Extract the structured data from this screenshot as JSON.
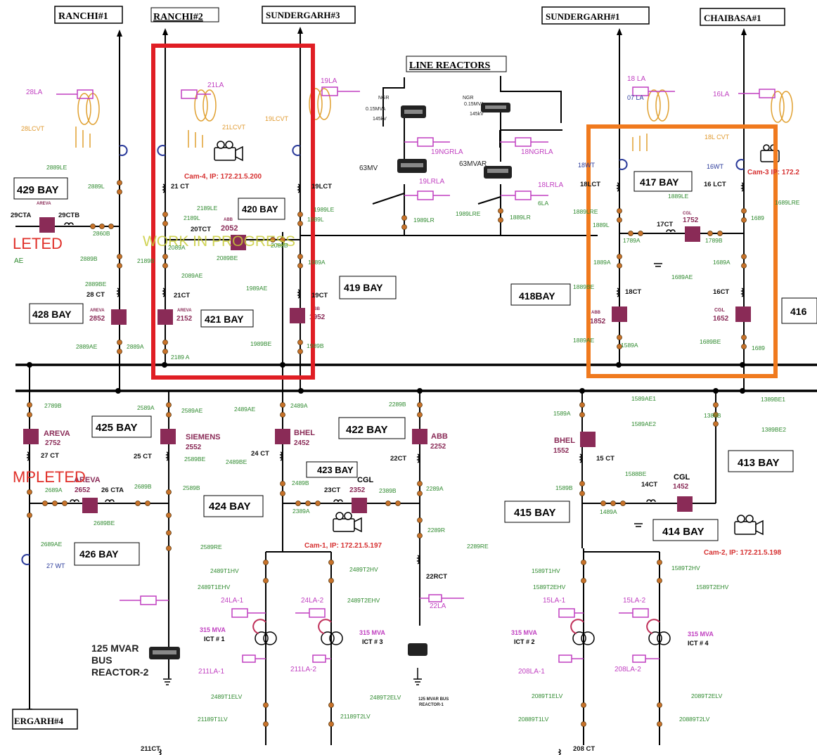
{
  "feeders": [
    {
      "id": "ranchi1",
      "label": "RANCHI#1"
    },
    {
      "id": "ranchi2",
      "label": "RANCHI#2"
    },
    {
      "id": "sundergarh3",
      "label": "SUNDERGARH#3"
    },
    {
      "id": "sundergarh1",
      "label": "SUNDERGARH#1"
    },
    {
      "id": "chaibasa1",
      "label": "CHAIBASA#1"
    },
    {
      "id": "sundergarh4",
      "label": "ERGARH#4"
    }
  ],
  "line_reactors_title": "LINE REACTORS",
  "bays": {
    "b429": "429 BAY",
    "b428": "428 BAY",
    "b420": "420 BAY",
    "b421": "421 BAY",
    "b419": "419 BAY",
    "b418": "418BAY",
    "b417": "417 BAY",
    "b416": "416",
    "b425": "425  BAY",
    "b424": "424  BAY",
    "b423": "423 BAY",
    "b422": "422 BAY",
    "b426": "426  BAY",
    "b415": "415 BAY",
    "b414": "414 BAY",
    "b413": "413 BAY"
  },
  "status": {
    "work_in_progress": "WORK IN PROGRESS",
    "completed_left_top": "LETED",
    "completed_left_bottom": "MPLETED",
    "ae_stub": "AE"
  },
  "cameras": {
    "cam4": "Cam-4, IP: 172.21.5.200",
    "cam1": "Cam-1, IP: 172.21.5.197",
    "cam2": "Cam-2, IP: 172.21.5.198",
    "cam3": "Cam-3 IP: 172.2"
  },
  "breakers": {
    "cb2852": {
      "make": "AREVA",
      "num": "2852"
    },
    "cb2152": {
      "make": "AREVA",
      "num": "2152"
    },
    "cb2052": {
      "make": "ABB",
      "num": "2052"
    },
    "cb1952": {
      "make": "ABB",
      "num": "1952"
    },
    "cb1752": {
      "make": "CGL",
      "num": "1752"
    },
    "cb1852": {
      "make": "ABB",
      "num": "1852"
    },
    "cb1652": {
      "make": "CGL",
      "num": "1652"
    },
    "cb2952": {
      "make": "AREVA",
      "num": ""
    },
    "cb2752": {
      "make": "AREVA",
      "num": "2752"
    },
    "cb2552": {
      "make": "SIEMENS",
      "num": "2552"
    },
    "cb2452": {
      "make": "BHEL",
      "num": "2452"
    },
    "cb2252": {
      "make": "ABB",
      "num": "2252"
    },
    "cb2652": {
      "make": "AREVA",
      "num": "2652"
    },
    "cb2352": {
      "make": "CGL",
      "num": "2352"
    },
    "cb1552": {
      "make": "BHEL",
      "num": "1552"
    },
    "cb1452": {
      "make": "CGL",
      "num": "1452"
    }
  },
  "transformers": {
    "ict1": {
      "rating": "315 MVA",
      "name": "ICT # 1"
    },
    "ict3": {
      "rating": "315 MVA",
      "name": "ICT # 3"
    },
    "ict2": {
      "rating": "315 MVA",
      "name": "ICT # 2"
    },
    "ict4": {
      "rating": "315 MVA",
      "name": "ICT # 4"
    }
  },
  "bus_reactor_2": [
    "125 MVAR",
    "BUS",
    "REACTOR-2"
  ],
  "bus_reactor_1": [
    "125 MVAR BUS",
    "REACTOR-1"
  ],
  "reactor_labels": {
    "ngr1": [
      "NGR",
      "0.15MVA",
      "145kV"
    ],
    "ngr2": [
      "NGR",
      "0.15MVA",
      "145kV"
    ],
    "mv63": "63MV",
    "mvar63": "63MVAR"
  },
  "labels": {
    "magenta": [
      [
        "28LA",
        37,
        134
      ],
      [
        "21LA",
        295,
        124
      ],
      [
        "19LA",
        456,
        118
      ],
      [
        "18 LA",
        892,
        115
      ],
      [
        "16LA",
        1014,
        137
      ],
      [
        "19NGRLA",
        613,
        219
      ],
      [
        "18NGRLA",
        741,
        219
      ],
      [
        "19LRLA",
        596,
        261
      ],
      [
        "18LRLA",
        765,
        266
      ],
      [
        "24LA-1",
        314,
        857
      ],
      [
        "24LA-2",
        428,
        857
      ],
      [
        "211LA-1",
        282,
        958
      ],
      [
        "211LA-2",
        413,
        955
      ],
      [
        "15LA-1",
        772,
        857
      ],
      [
        "15LA-2",
        886,
        857
      ],
      [
        "208LA-1",
        737,
        958
      ],
      [
        "208LA-2",
        874,
        955
      ],
      [
        "22LA",
        611,
        865
      ]
    ],
    "orange": [
      [
        "28LCVT",
        30,
        186
      ],
      [
        "21LCVT",
        316,
        184
      ],
      [
        "19LCVT",
        377,
        172
      ],
      [
        "18L CVT",
        1002,
        198
      ]
    ],
    "green": [
      [
        "2889LE",
        66,
        241
      ],
      [
        "2889L",
        125,
        268
      ],
      [
        "2889B",
        114,
        371
      ],
      [
        "2889BE",
        121,
        407
      ],
      [
        "2889A",
        180,
        496
      ],
      [
        "2889AE",
        108,
        496
      ],
      [
        "2860B",
        132,
        335
      ],
      [
        "2789B",
        63,
        580
      ],
      [
        "2589A",
        195,
        583
      ],
      [
        "2589AE",
        258,
        587
      ],
      [
        "2589BE",
        262,
        656
      ],
      [
        "2589B",
        260,
        697
      ],
      [
        "2689B",
        191,
        695
      ],
      [
        "2689A",
        64,
        700
      ],
      [
        "2689BE",
        133,
        747
      ],
      [
        "2689AE",
        58,
        777
      ],
      [
        "2589RE",
        285,
        781
      ],
      [
        "2189L",
        261,
        313
      ],
      [
        "2189LE",
        280,
        299
      ],
      [
        "2089A",
        239,
        355
      ],
      [
        "2189B",
        195,
        374
      ],
      [
        "2089AE",
        258,
        395
      ],
      [
        "2089BE",
        308,
        370
      ],
      [
        "2089B",
        385,
        352
      ],
      [
        "1989LE",
        446,
        301
      ],
      [
        "1989L",
        437,
        315
      ],
      [
        "1989A",
        438,
        376
      ],
      [
        "1989AE",
        350,
        413
      ],
      [
        "1989BE",
        356,
        492
      ],
      [
        "1989B",
        436,
        495
      ],
      [
        "2189 A",
        243,
        511
      ],
      [
        "2489AE",
        333,
        585
      ],
      [
        "2489A",
        413,
        580
      ],
      [
        "2489BE",
        321,
        660
      ],
      [
        "2489B",
        415,
        690
      ],
      [
        "2389A",
        416,
        730
      ],
      [
        "2389B",
        539,
        701
      ],
      [
        "2289B",
        553,
        578
      ],
      [
        "2289A",
        606,
        698
      ],
      [
        "2289R",
        608,
        757
      ],
      [
        "2289RE",
        664,
        780
      ],
      [
        "1989LR",
        588,
        316
      ],
      [
        "1989LRE",
        648,
        307
      ],
      [
        "1889LR",
        725,
        312
      ],
      [
        "2489T1HV",
        299,
        815
      ],
      [
        "2489T2HV",
        497,
        813
      ],
      [
        "2489T1EHV",
        281,
        838
      ],
      [
        "2489T2EHV",
        494,
        857
      ],
      [
        "2489T1ELV",
        300,
        994
      ],
      [
        "2489T2ELV",
        526,
        995
      ],
      [
        "21189T1LV",
        281,
        1026
      ],
      [
        "21189T2LV",
        484,
        1022
      ],
      [
        "1589T1HV",
        756,
        815
      ],
      [
        "1589T2HV",
        955,
        811
      ],
      [
        "1589T2EHV",
        758,
        838
      ],
      [
        "1589T2EHV",
        990,
        838
      ],
      [
        "2089T1ELV",
        756,
        993
      ],
      [
        "2089T2ELV",
        983,
        993
      ],
      [
        "20889T1LV",
        737,
        1026
      ],
      [
        "20889T2LV",
        966,
        1026
      ],
      [
        "1589AE1",
        898,
        570
      ],
      [
        "1589AE2",
        898,
        606
      ],
      [
        "1589A",
        787,
        591
      ],
      [
        "1389B",
        1001,
        594
      ],
      [
        "1389BE1",
        1082,
        571
      ],
      [
        "1389BE2",
        1083,
        614
      ],
      [
        "1588BE",
        889,
        677
      ],
      [
        "1589B",
        790,
        697
      ],
      [
        "1489A",
        853,
        731
      ],
      [
        "1889LE",
        950,
        282
      ],
      [
        "1889LRE",
        815,
        304
      ],
      [
        "1889L",
        843,
        323
      ],
      [
        "1789A",
        886,
        345
      ],
      [
        "1789B",
        1003,
        345
      ],
      [
        "1889A",
        844,
        376
      ],
      [
        "1889BE",
        815,
        411
      ],
      [
        "1889AE",
        815,
        487
      ],
      [
        "1589A",
        883,
        494
      ],
      [
        "1689A",
        1014,
        376
      ],
      [
        "1689AE",
        955,
        397
      ],
      [
        "1689BE",
        995,
        489
      ],
      [
        "1689LRE",
        1102,
        291
      ],
      [
        "1689",
        1068,
        313
      ],
      [
        "1689",
        1069,
        498
      ],
      [
        "6LA",
        765,
        292
      ]
    ],
    "dark": [
      [
        "21 CT",
        243,
        268
      ],
      [
        "20TCT",
        271,
        329
      ],
      [
        "21CT",
        247,
        423
      ],
      [
        "19CT",
        443,
        423
      ],
      [
        "19LCT",
        443,
        268
      ],
      [
        "28 CT",
        123,
        422
      ],
      [
        "29CTA",
        15,
        309
      ],
      [
        "29CTB",
        83,
        309
      ],
      [
        "27 CT",
        58,
        651
      ],
      [
        "26 CTA",
        144,
        700
      ],
      [
        "25 CT",
        190,
        652
      ],
      [
        "24 CT",
        357,
        648
      ],
      [
        "23CT",
        461,
        700
      ],
      [
        "22CT",
        555,
        655
      ],
      [
        "22RCT",
        606,
        823
      ],
      [
        "15 CT",
        848,
        655
      ],
      [
        "14CT",
        912,
        692
      ],
      [
        "18LCT",
        825,
        265
      ],
      [
        "16 LCT",
        1001,
        265
      ],
      [
        "18CT",
        889,
        418
      ],
      [
        "16CT",
        1014,
        418
      ],
      [
        "17CT",
        934,
        322
      ],
      [
        "211CT",
        200,
        1068
      ],
      [
        "208 CT",
        815,
        1068
      ]
    ],
    "blue": [
      [
        "16WT",
        1005,
        240
      ],
      [
        "18WT",
        822,
        238
      ],
      [
        "27 WT",
        66,
        808
      ],
      [
        "07 LA",
        892,
        142
      ]
    ]
  }
}
